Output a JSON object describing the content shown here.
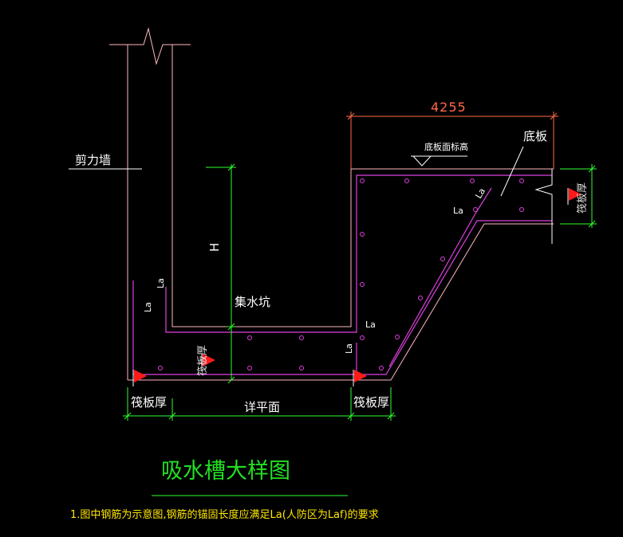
{
  "labels": {
    "shear_wall": "剪力墙",
    "sump_pit": "集水坑",
    "height": "H",
    "dim_width": "4255",
    "slab_top_elev": "底板面标高",
    "bottom_slab": "底板",
    "raft_thickness_1": "筏板厚",
    "raft_thickness_2": "筏板厚",
    "detail_plan": "详平面",
    "raft_hatch_1": "筏板厚",
    "raft_hatch_2": "筏板厚",
    "la_1": "La",
    "la_2": "La",
    "la_3": "La",
    "la_4": "La",
    "la_5": "La",
    "la_6": "La"
  },
  "title": "吸水槽大样图",
  "note": "1.图中钢筋为示意图,钢筋的锚固长度应满足La(人防区为Laf)的要求",
  "colors": {
    "background": "#000000",
    "concrete_outline": "#ffb8c0",
    "rebar": "#e040e0",
    "dimension": "#30ff30",
    "dimension_text": "#ff6a4a",
    "label": "#ffffff",
    "title": "#22e022",
    "note": "#ffe600",
    "flag": "#ff1a1a"
  }
}
